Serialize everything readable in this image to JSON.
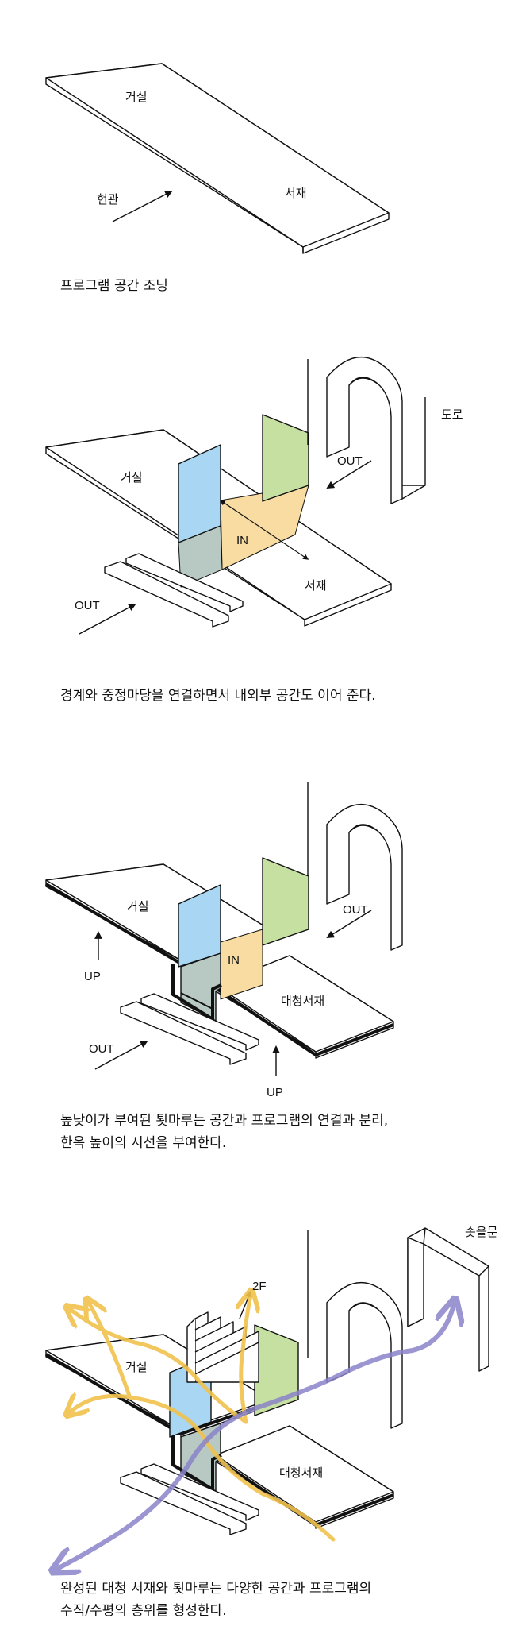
{
  "colors": {
    "blue_wall": "#a9d6f2",
    "green_wall": "#c5e0a0",
    "in_zone": "#f8dca2",
    "overlap_zone": "#b8c9c4",
    "sun_path": "#f0c24d",
    "wind_path": "#8a84c9",
    "line": "#111111"
  },
  "panel1": {
    "living": "거실",
    "entrance": "현관",
    "study": "서재",
    "caption": "프로그램 공간 조닝"
  },
  "panel2": {
    "living": "거실",
    "study": "서재",
    "in": "IN",
    "out_top": "OUT",
    "out_bottom": "OUT",
    "road": "도로",
    "caption": "경계와 중정마당을 연결하면서 내외부 공간도 이어 준다."
  },
  "panel3": {
    "living": "거실",
    "in": "IN",
    "study": "대청서재",
    "out_top": "OUT",
    "out_bottom": "OUT",
    "up_left": "UP",
    "up_right": "UP",
    "caption_line1": "높낮이가 부여된 툇마루는 공간과 프로그램의 연결과 분리,",
    "caption_line2": "한옥 높이의 시선을 부여한다."
  },
  "panel4": {
    "living": "거실",
    "second_floor": "2F",
    "study": "대청서재",
    "gate": "솟을문",
    "caption_line1": "완성된 대청 서재와 툇마루는 다양한 공간과 프로그램의",
    "caption_line2": "수직/수평의 층위를 형성한다."
  }
}
